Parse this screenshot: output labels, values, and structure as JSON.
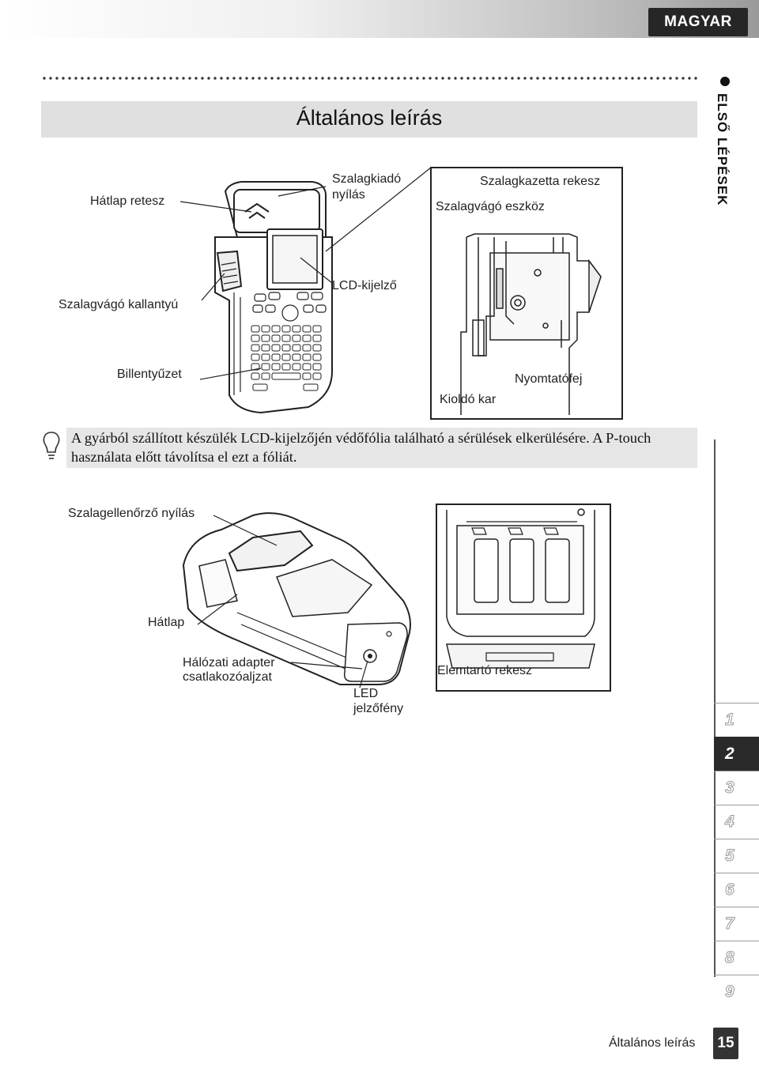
{
  "header": {
    "language": "MAGYAR"
  },
  "side_tab": {
    "label": "ELSŐ LÉPÉSEK"
  },
  "page_title": "Általános leírás",
  "figure1": {
    "labels": {
      "back_cover_latch": "Hátlap retesz",
      "tape_exit_slot_line1": "Szalagkiadó",
      "tape_exit_slot_line2": "nyílás",
      "tape_cassette_compartment": "Szalagkazetta rekesz",
      "tape_cutter": "Szalagvágó eszköz",
      "tape_cutter_lever": "Szalagvágó kallantyú",
      "lcd_display": "LCD-kijelző",
      "keyboard": "Billentyűzet",
      "release_lever": "Kioldó kar",
      "print_head": "Nyomtatófej"
    }
  },
  "note": {
    "icon": "lightbulb-icon",
    "text_line1": "A gyárból szállított készülék LCD-kijelzőjén védőfólia található a sérülések elkerülésére. A P-touch",
    "text_line2": "használata előtt távolítsa el ezt a fóliát."
  },
  "figure2": {
    "labels": {
      "tape_viewer": "Szalagellenőrző nyílás",
      "back_cover": "Hátlap",
      "ac_adapter_jack_line1": "Hálózati adapter",
      "ac_adapter_jack_line2": "csatlakozóaljzat",
      "led_line1": "LED",
      "led_line2": "jelzőfény",
      "battery_compartment": "Elemtartó rekesz"
    }
  },
  "chapters": [
    "1",
    "2",
    "3",
    "4",
    "5",
    "6",
    "7",
    "8",
    "9"
  ],
  "active_chapter": "2",
  "footer": {
    "title": "Általános leírás",
    "page_number": "15"
  }
}
